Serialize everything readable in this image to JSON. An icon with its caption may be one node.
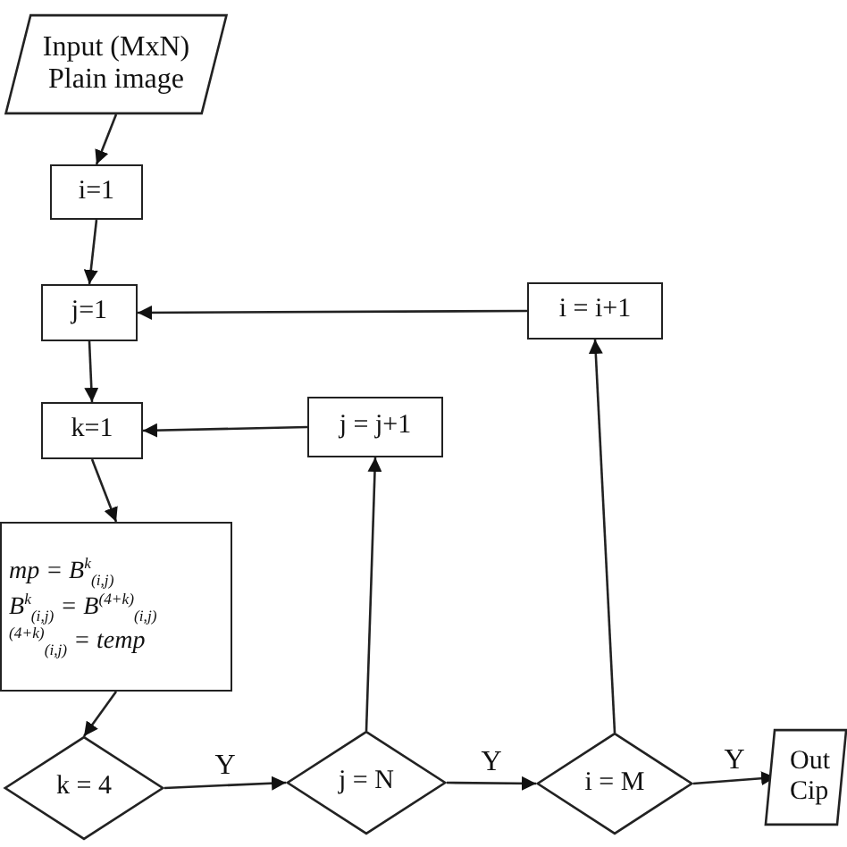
{
  "diagram": {
    "nodes": [
      {
        "text": [
          "Input (MxN) Plain image"
        ]
      },
      {
        "text": [
          "i=1"
        ]
      },
      {
        "text": [
          "j=1"
        ]
      },
      {
        "text": [
          "i = i+1"
        ]
      },
      {
        "text": [
          "k=1"
        ]
      },
      {
        "text": [
          "j = j+1"
        ]
      },
      {
        "text": [
          "mp = B$^{k}$$_{(i,j)}$",
          "B$^{k}$$_{(i,j)}$ = B$^{(4+k)}$$_{(i,j)}$",
          "$^{(4+k)}$$_{(i,j)}$ = temp"
        ]
      },
      {
        "text": [
          "k = 4"
        ]
      },
      {
        "text": [
          "j = N"
        ]
      },
      {
        "text": [
          "i = M"
        ]
      },
      {
        "text": [
          "Out Cip"
        ]
      }
    ],
    "edges": [
      {
        "from": 0,
        "to": 1,
        "arrow": "to"
      },
      {
        "from": 1,
        "to": 2,
        "arrow": "to"
      },
      {
        "from": 2,
        "to": 4,
        "arrow": "to"
      },
      {
        "from": 4,
        "to": 6,
        "arrow": "to"
      },
      {
        "from": 6,
        "to": 7,
        "arrow": "to"
      },
      {
        "from": 7,
        "to": 8,
        "arrow": "to",
        "label": "Y"
      },
      {
        "from": 8,
        "to": 9,
        "arrow": "to",
        "label": "Y"
      },
      {
        "from": 9,
        "to": 10,
        "arrow": "to",
        "label": "Y"
      },
      {
        "from": 8,
        "to": 5,
        "arrow": "to"
      },
      {
        "from": 5,
        "to": 4,
        "arrow": "to"
      },
      {
        "from": 9,
        "to": 3,
        "arrow": "to"
      },
      {
        "from": 3,
        "to": 2,
        "arrow": "to"
      }
    ]
  }
}
